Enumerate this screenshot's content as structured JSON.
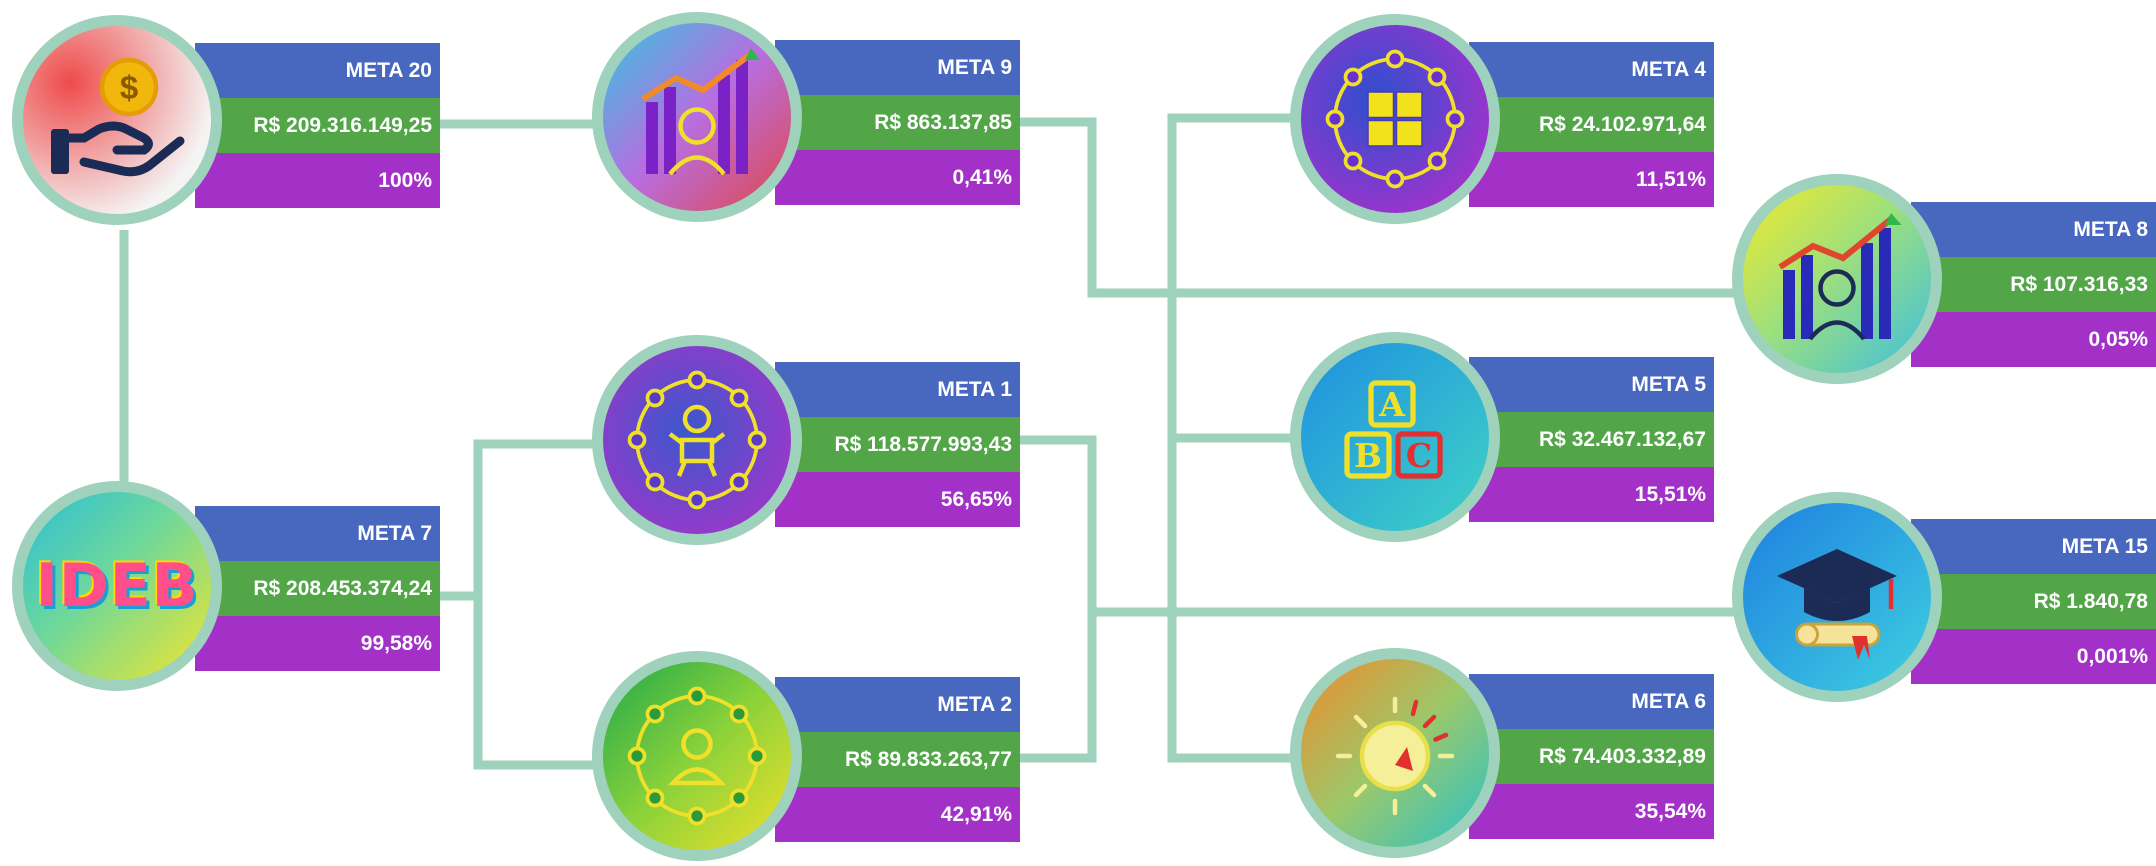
{
  "metas": [
    {
      "id": "meta20",
      "title": "META 20",
      "value": "R$ 209.316.149,25",
      "pct": "100%",
      "icon": "money-hand-icon",
      "gradient": [
        "#ef4b4b",
        "#f4f4f4"
      ]
    },
    {
      "id": "meta9",
      "title": "META 9",
      "value": "R$ 863.137,85",
      "pct": "0,41%",
      "icon": "teacher-growth-chart-icon",
      "gradient": [
        "#34c5e0",
        "#e04848"
      ]
    },
    {
      "id": "meta4",
      "title": "META 4",
      "value": "R$ 24.102.971,64",
      "pct": "11,51%",
      "icon": "puzzle-network-icon",
      "gradient": [
        "#a332cc",
        "#2c4fcf"
      ]
    },
    {
      "id": "meta8",
      "title": "META 8",
      "value": "R$ 107.316,33",
      "pct": "0,05%",
      "icon": "person-growth-chart-icon",
      "gradient": [
        "#f2ea2a",
        "#3dbfe0"
      ]
    },
    {
      "id": "meta1",
      "title": "META 1",
      "value": "R$ 118.577.993,43",
      "pct": "56,65%",
      "icon": "baby-network-icon",
      "gradient": [
        "#3a58cc",
        "#a335c9"
      ]
    },
    {
      "id": "meta5",
      "title": "META 5",
      "value": "R$ 32.467.132,67",
      "pct": "15,51%",
      "icon": "abc-blocks-icon",
      "gradient": [
        "#1f8fe0",
        "#3ed3c6"
      ]
    },
    {
      "id": "meta15",
      "title": "META 15",
      "value": "R$ 1.840,78",
      "pct": "0,001%",
      "icon": "graduation-cap-icon",
      "gradient": [
        "#1e7fe0",
        "#3ed0e0"
      ]
    },
    {
      "id": "meta7",
      "title": "META 7",
      "value": "R$ 208.453.374,24",
      "pct": "99,58%",
      "icon": "ideb-logo-icon",
      "ideb_text": "IDEB",
      "gradient": [
        "#2abfd6",
        "#f3e62b"
      ]
    },
    {
      "id": "meta2",
      "title": "META 2",
      "value": "R$ 89.833.263,77",
      "pct": "42,91%",
      "icon": "person-network-icon",
      "gradient": [
        "#1fa84a",
        "#f1e02a"
      ]
    },
    {
      "id": "meta6",
      "title": "META 6",
      "value": "R$ 74.403.332,89",
      "pct": "35,54%",
      "icon": "gauge-dial-icon",
      "gradient": [
        "#f08a2b",
        "#2ac2c8"
      ]
    }
  ],
  "colors": {
    "title_band": "#4867bf",
    "value_band": "#52a648",
    "pct_band": "#a331c8",
    "connector": "#9fd2bd"
  }
}
